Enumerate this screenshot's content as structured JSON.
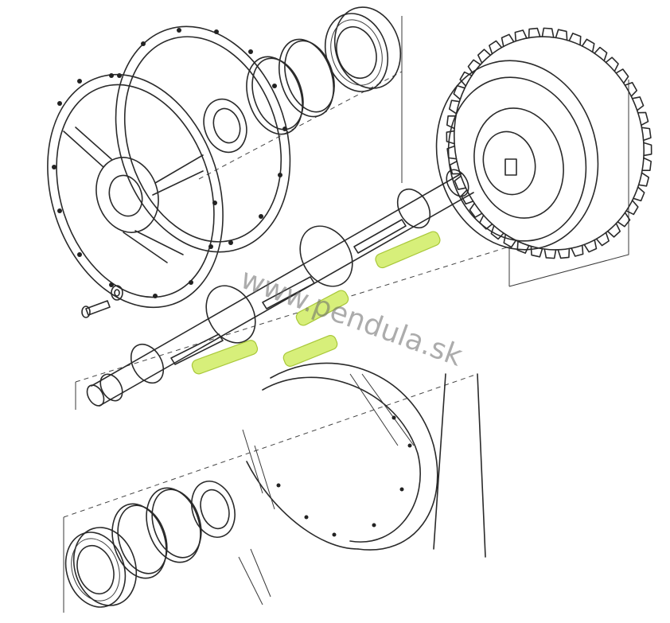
{
  "watermark": {
    "text": "www.pendula.sk"
  },
  "colors": {
    "highlight": "#d7ef7a",
    "highlight_stroke": "#a9c83a",
    "line": "#2a2a2a"
  },
  "parts": [
    {
      "name": "cover-plate-front"
    },
    {
      "name": "cover-plate-rear"
    },
    {
      "name": "oil-seal-upper"
    },
    {
      "name": "snap-rings-upper"
    },
    {
      "name": "roller-bearing-upper"
    },
    {
      "name": "spur-gear"
    },
    {
      "name": "main-shaft"
    },
    {
      "name": "bolt-with-washer"
    },
    {
      "name": "shaft-keys"
    },
    {
      "name": "drum-housing"
    },
    {
      "name": "roller-bearing-lower"
    },
    {
      "name": "snap-rings-lower"
    }
  ]
}
